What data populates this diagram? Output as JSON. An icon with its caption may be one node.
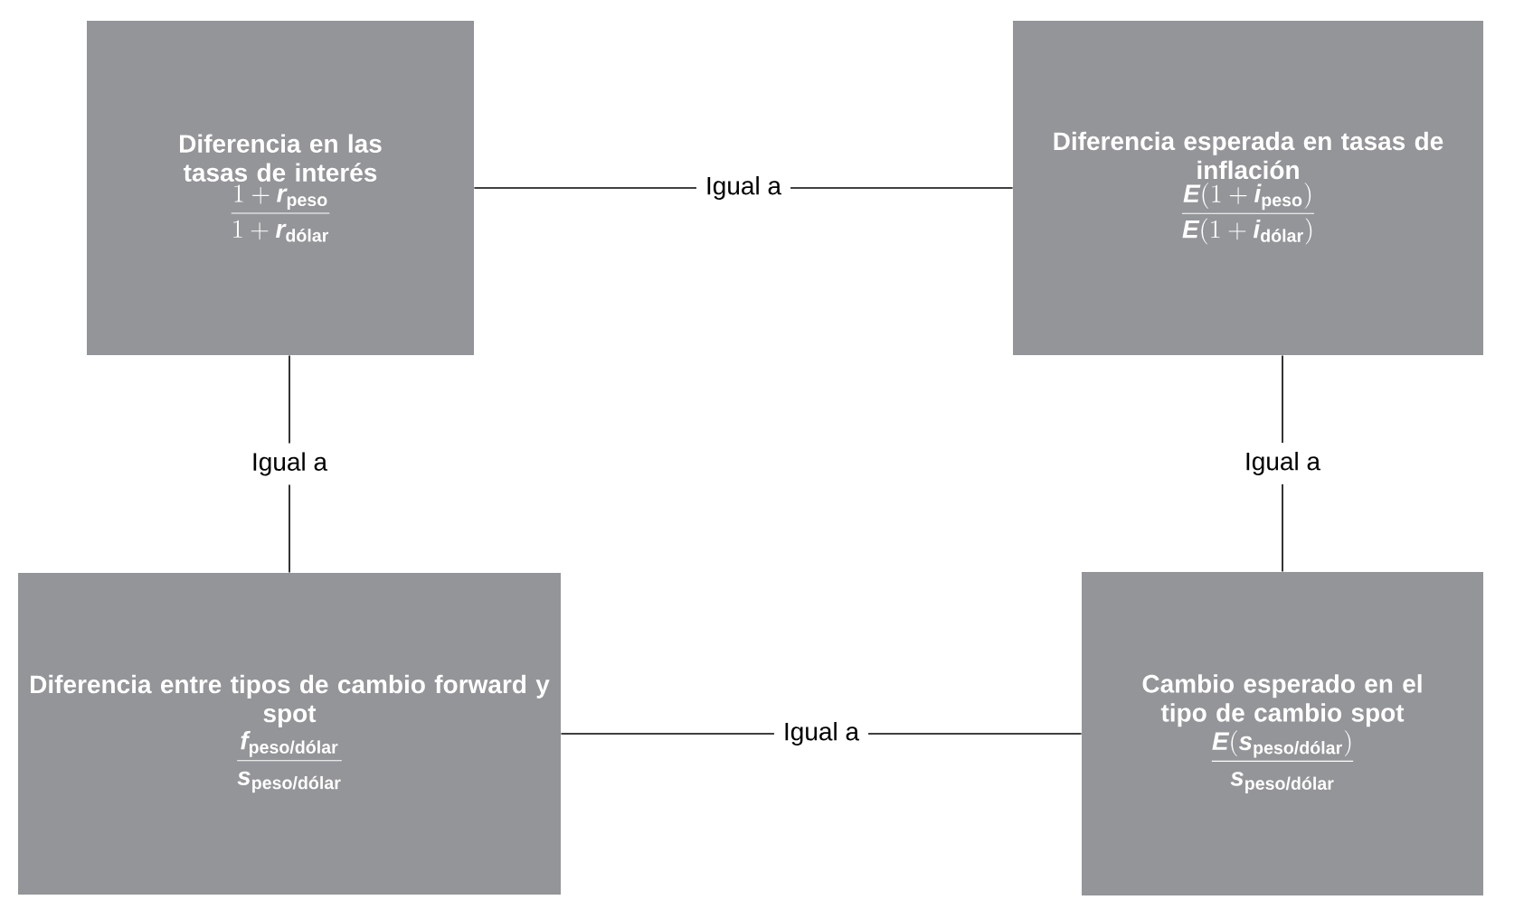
{
  "diagram": {
    "nodes": [
      {
        "text": [
          "Diferencia en las tasas de interés",
          "\\frac{1 + \\textit{r}_{\\text{peso}}}{1 + \\textit{r}_{\\text{dólar}}}"
        ]
      },
      {
        "text": [
          "Diferencia esperada en tasas de inflación",
          "\\frac{\\textit{E}(1 + \\textit{i}_{\\text{peso}})}{\\textit{E}(1 + \\textit{i}_{\\text{dólar}})}"
        ]
      },
      {
        "text": [
          "Diferencia entre tipos de cambio forward y spot",
          "\\frac{\\textit{f}_{\\text{peso/dólar}}}{\\textit{s}_{\\text{peso/dólar}}}"
        ]
      },
      {
        "text": [
          "Cambio esperado en el tipo de cambio spot",
          "\\frac{\\textit{E}(\\textit{s}_{\\text{peso/dólar}})}{\\textit{s}_{\\text{peso/dólar}}}"
        ]
      }
    ],
    "edges": [
      {
        "from": 0,
        "to": 1,
        "arrow": "none",
        "label": "Igual a"
      },
      {
        "from": 0,
        "to": 2,
        "arrow": "none",
        "label": "Igual a"
      },
      {
        "from": 1,
        "to": 3,
        "arrow": "none",
        "label": "Igual a"
      },
      {
        "from": 2,
        "to": 3,
        "arrow": "none",
        "label": "Igual a"
      }
    ]
  }
}
